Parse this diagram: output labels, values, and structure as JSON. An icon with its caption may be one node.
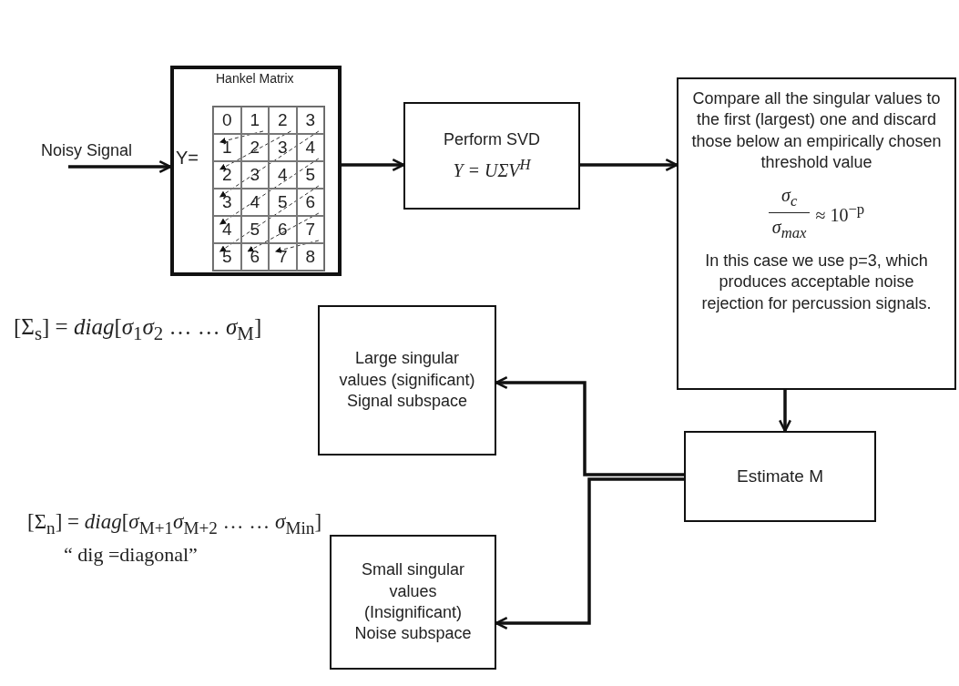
{
  "diagram": {
    "nodes": [
      {
        "text": [
          "Hankel Matrix",
          "Y="
        ]
      },
      {
        "text": [
          "0",
          "1",
          "2",
          "3",
          "1",
          "2",
          "3",
          "4",
          "2",
          "3",
          "4",
          "5",
          "3",
          "4",
          "5",
          "6",
          "4",
          "5",
          "6",
          "7",
          "5",
          "6",
          "7",
          "8"
        ],
        "in": 0
      },
      {
        "text": [
          "Perform SVD",
          "Y = UΣV$^{H}$"
        ]
      },
      {
        "text": [
          "Compare all the singular values to the first (largest) one and discard those below an empirically chosen threshold value",
          "σ$_{c}$",
          "σ$_{max}$",
          "≈ 10$^{−p}$",
          "In this case we use p=3, which produces acceptable noise rejection for percussion signals."
        ]
      },
      {
        "text": [
          "Large singular values (significant) Signal subspace"
        ]
      },
      {
        "text": [
          "Estimate M"
        ]
      },
      {
        "text": [
          "Small singular values (Insignificant) Noise subspace"
        ]
      }
    ],
    "edges": [
      {
        "from": null,
        "to": 0,
        "arrow": "to",
        "label": "Noisy Signal"
      },
      {
        "from": 0,
        "to": 2,
        "arrow": "to"
      },
      {
        "from": 2,
        "to": 3,
        "arrow": "to"
      },
      {
        "from": 3,
        "to": 5,
        "arrow": "to"
      },
      {
        "from": 5,
        "to": 4,
        "arrow": "to"
      },
      {
        "from": 5,
        "to": 6,
        "arrow": "to"
      }
    ],
    "labels": [
      "[Σ$_{s}$] = *diag*[*σ*$_{1}$*σ*$_{2}$ … … *σ*$_{M}$]",
      "[Σ$_{n}$] = *diag*[*σ*$_{M+1}$*σ*$_{M+2}$ … … *σ*$_{Min}$]",
      "“ dig =diagonal”"
    ]
  }
}
